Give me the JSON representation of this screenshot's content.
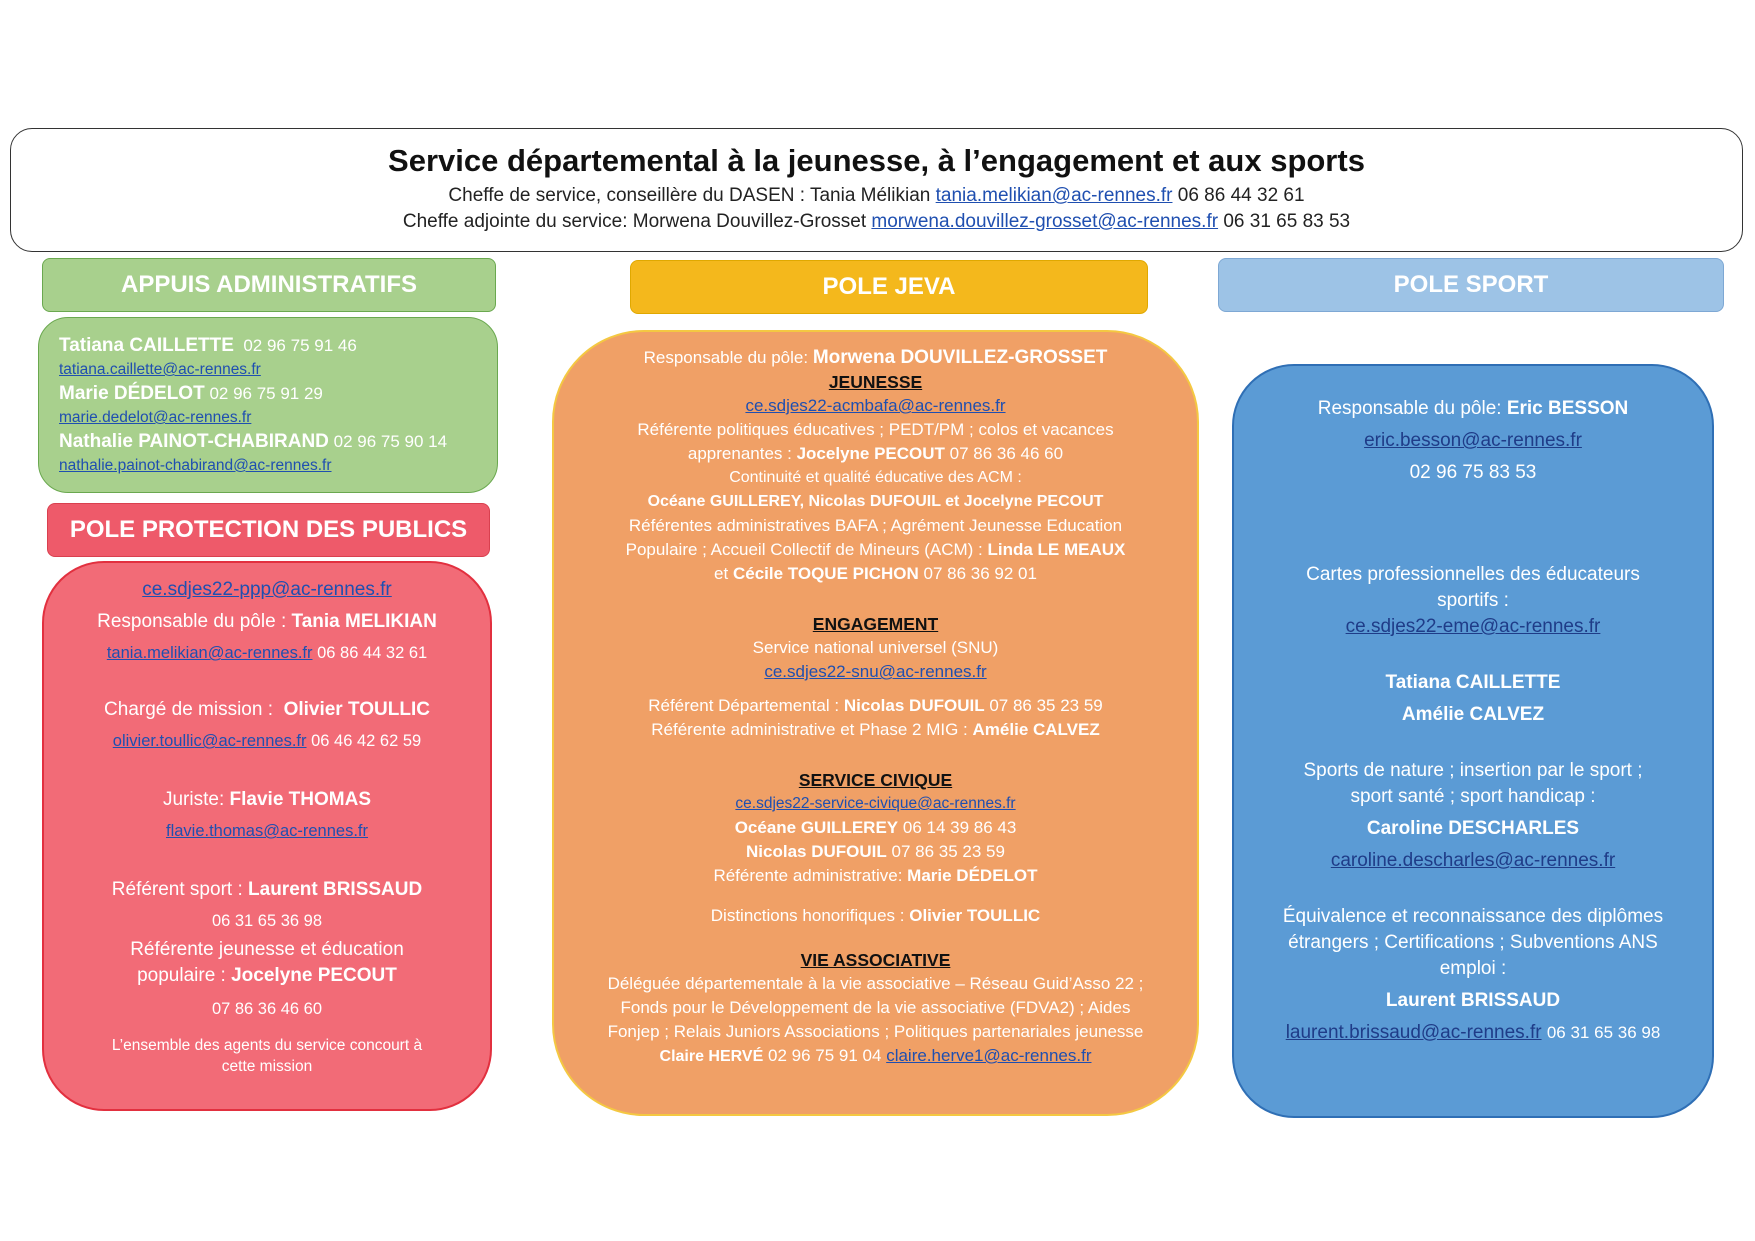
{
  "header": {
    "title": "Service départemental à la jeunesse, à l’engagement et aux sports",
    "line1_text": "Cheffe de service, conseillère du DASEN : Tania Mélikian",
    "line1_email": "tania.melikian@ac-rennes.fr",
    "line1_phone": "06 86 44 32 61",
    "line2_text": "Cheffe adjointe du service: Morwena Douvillez-Grosset",
    "line2_email": "morwena.douvillez-grosset@ac-rennes.fr",
    "line2_phone": "06 31 65 83 53"
  },
  "admin": {
    "title": "APPUIS ADMINISTRATIFS",
    "p1_name": "Tatiana CAILLETTE",
    "p1_phone": "02 96 75 91 46",
    "p1_email": "tatiana.caillette@ac-rennes.fr",
    "p2_name": "Marie DÉDELOT",
    "p2_phone": "02 96 75 91 29",
    "p2_email": "marie.dedelot@ac-rennes.fr",
    "p3_name": "Nathalie PAINOT-CHABIRAND",
    "p3_phone": "02 96 75 90 14",
    "p3_email": "nathalie.painot-chabirand@ac-rennes.fr"
  },
  "protection": {
    "title": "POLE PROTECTION DES PUBLICS",
    "email": "ce.sdjes22-ppp@ac-rennes.fr",
    "resp_label": "Responsable du pôle :",
    "resp_name": "Tania MELIKIAN",
    "resp_email": "tania.melikian@ac-rennes.fr",
    "resp_phone": "06 86 44 32 61",
    "mission_label": "Chargé de mission :",
    "mission_name": "Olivier TOULLIC",
    "mission_email": "olivier.toullic@ac-rennes.fr",
    "mission_phone": "06 46 42 62 59",
    "juriste_label": "Juriste:",
    "juriste_name": "Flavie THOMAS",
    "juriste_email": "flavie.thomas@ac-rennes.fr",
    "sport_label": "Référent sport :",
    "sport_name": "Laurent BRISSAUD",
    "sport_phone": "06 31 65 36 98",
    "jeun_label1": "Référente jeunesse et éducation",
    "jeun_label2": "populaire :",
    "jeun_name": "Jocelyne PECOUT",
    "jeun_phone": "07 86 36 46 60",
    "note1": "L’ensemble des agents du service concourt à",
    "note2": "cette mission"
  },
  "jeva": {
    "title": "POLE JEVA",
    "resp_label": "Responsable du pôle:",
    "resp_name": "Morwena DOUVILLEZ-GROSSET",
    "jeunesse_h": "JEUNESSE",
    "jeunesse_email": "ce.sdjes22-acmbafa@ac-rennes.fr",
    "j_line1": "Référente politiques éducatives ; PEDT/PM ; colos et vacances",
    "j_line2": "apprenantes :",
    "j_line2_name": "Jocelyne PECOUT",
    "j_line2_phone": "07 86 36 46 60",
    "j_line3": "Continuité et qualité éducative des ACM :",
    "j_line4": "Océane GUILLEREY, Nicolas DUFOUIL et Jocelyne PECOUT",
    "j_line5": "Référentes administratives BAFA ; Agrément Jeunesse Education",
    "j_line6": "Populaire ; Accueil Collectif de Mineurs (ACM) :",
    "j_line6_name": "Linda LE MEAUX",
    "j_line7_et": "et",
    "j_line7_name": "Cécile TOQUE PICHON",
    "j_line7_phone": "07 86 36 92 01",
    "engagement_h": "ENGAGEMENT",
    "e_line1": "Service national universel (SNU)",
    "e_email": "ce.sdjes22-snu@ac-rennes.fr",
    "e_line2": "Référent Départemental :",
    "e_line2_name": "Nicolas DUFOUIL",
    "e_line2_phone": "07 86 35 23 59",
    "e_line3": "Référente administrative et  Phase 2 MIG :",
    "e_line3_name": "Amélie CALVEZ",
    "civique_h": "SERVICE CIVIQUE",
    "c_email": "ce.sdjes22-service-civique@ac-rennes.fr",
    "c_line1_name": "Océane GUILLEREY",
    "c_line1_phone": "06 14 39 86 43",
    "c_line2_name": "Nicolas DUFOUIL",
    "c_line2_phone": "07 86 35 23 59",
    "c_line3": "Référente administrative:",
    "c_line3_name": "Marie DÉDELOT",
    "dist_label": "Distinctions honorifiques :",
    "dist_name": "Olivier TOULLIC",
    "asso_h": "VIE ASSOCIATIVE",
    "a_line1": "Déléguée départementale à la vie associative – Réseau Guid’Asso 22 ;",
    "a_line2": "Fonds pour le Développement de la vie associative (FDVA2) ; Aides",
    "a_line3": "Fonjep ; Relais Juniors Associations ; Politiques partenariales jeunesse",
    "a_line4_name": "Claire HERVÉ",
    "a_line4_phone": "02 96 75 91 04",
    "a_line4_email": "claire.herve1@ac-rennes.fr"
  },
  "sport": {
    "title": "POLE SPORT",
    "resp_label": "Responsable du pôle:",
    "resp_name": "Eric BESSON",
    "resp_email": "eric.besson@ac-rennes.fr",
    "resp_phone": "02 96  75 83 53",
    "cartes_line1": "Cartes professionnelles des éducateurs",
    "cartes_line2": "sportifs :",
    "cartes_email": "ce.sdjes22-eme@ac-rennes.fr",
    "name1": "Tatiana CAILLETTE",
    "name2": "Amélie CALVEZ",
    "nature_line1": "Sports de nature ; insertion par le sport ;",
    "nature_line2": "sport santé ; sport handicap :",
    "nature_name": "Caroline DESCHARLES",
    "nature_email": "caroline.descharles@ac-rennes.fr",
    "equiv_line1": "Équivalence et reconnaissance des diplômes",
    "equiv_line2": "étrangers ; Certifications ; Subventions ANS",
    "equiv_line3": "emploi :",
    "equiv_name": "Laurent BRISSAUD",
    "equiv_email": "laurent.brissaud@ac-rennes.fr",
    "equiv_phone": "06 31 65 36 98"
  }
}
